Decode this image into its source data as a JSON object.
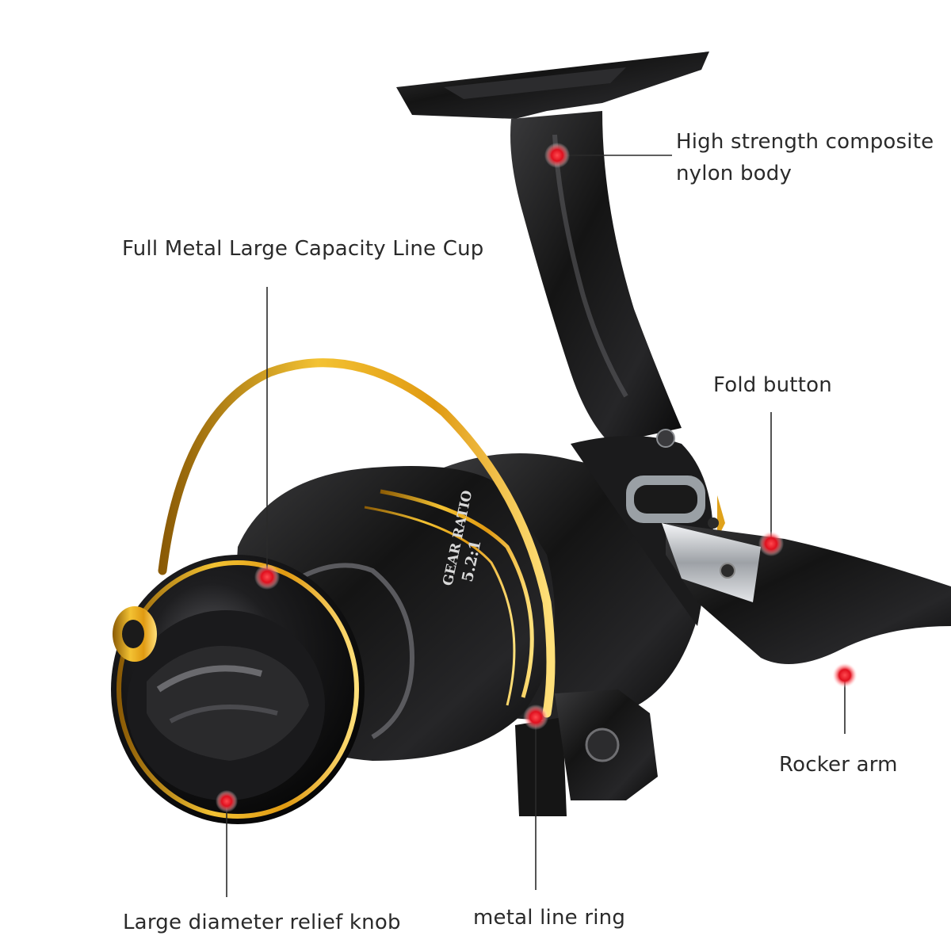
{
  "callouts": {
    "body": {
      "line1": "High strength composite",
      "line2": "nylon body"
    },
    "line_cup": "Full Metal Large Capacity Line Cup",
    "fold_button": "Fold button",
    "rocker_arm": "Rocker arm",
    "knob": "Large diameter relief knob",
    "line_ring": "metal line ring"
  },
  "product_marking": {
    "line1": "GEAR RATIO",
    "line2": "5.2:1"
  },
  "colors": {
    "reel_black": "#161616",
    "gold_accent": "#e0a21a",
    "marker_red": "#e0101e",
    "chrome": "#cfd2d6"
  }
}
